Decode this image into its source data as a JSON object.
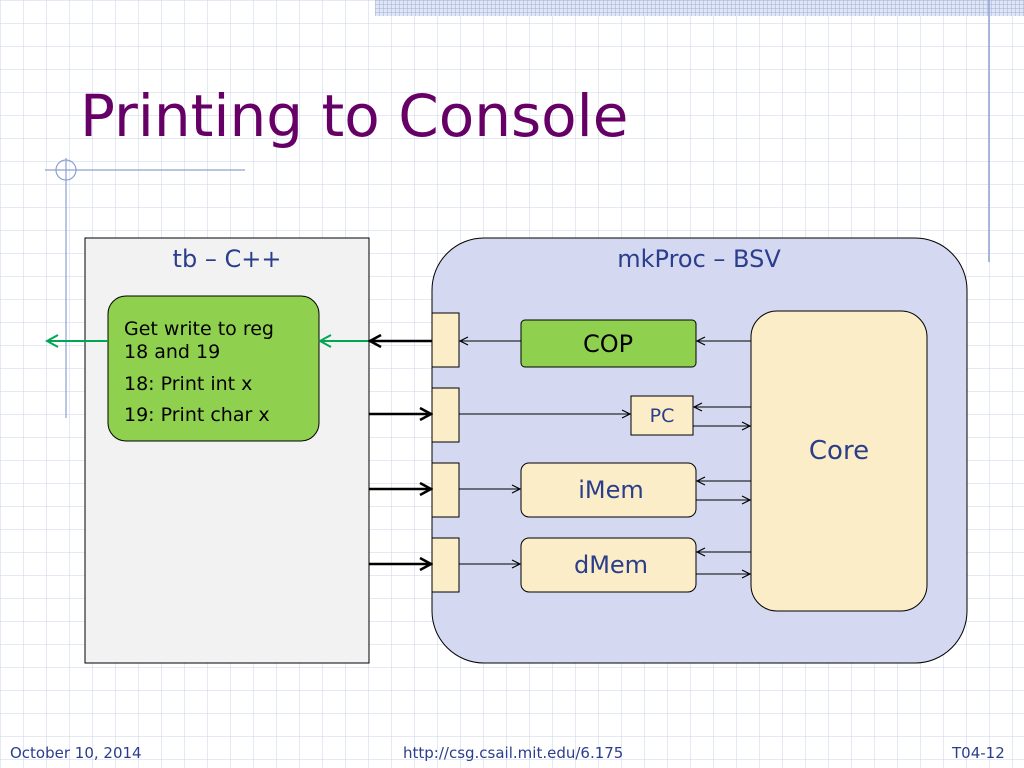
{
  "slide": {
    "title": "Printing to Console"
  },
  "diagram": {
    "testbench": {
      "label": "tb – C++",
      "note_lines": [
        "Get write to reg",
        "18 and 19",
        "18: Print int x",
        "19: Print char x"
      ]
    },
    "processor": {
      "label": "mkProc – BSV",
      "cop_label": "COP",
      "pc_label": "PC",
      "imem_label": "iMem",
      "dmem_label": "dMem",
      "core_label": "Core"
    }
  },
  "footer": {
    "date": "October 10, 2014",
    "url": "http://csg.csail.mit.edu/6.175",
    "slide_id": "T04-12"
  },
  "colors": {
    "title": "#660066",
    "label_blue": "#2b3e8c",
    "green_box": "#8fd14f",
    "green_arrow": "#00a651",
    "cream": "#fbedc7",
    "proc_bg": "#d4d8f0",
    "tb_bg": "#f2f2f2"
  }
}
